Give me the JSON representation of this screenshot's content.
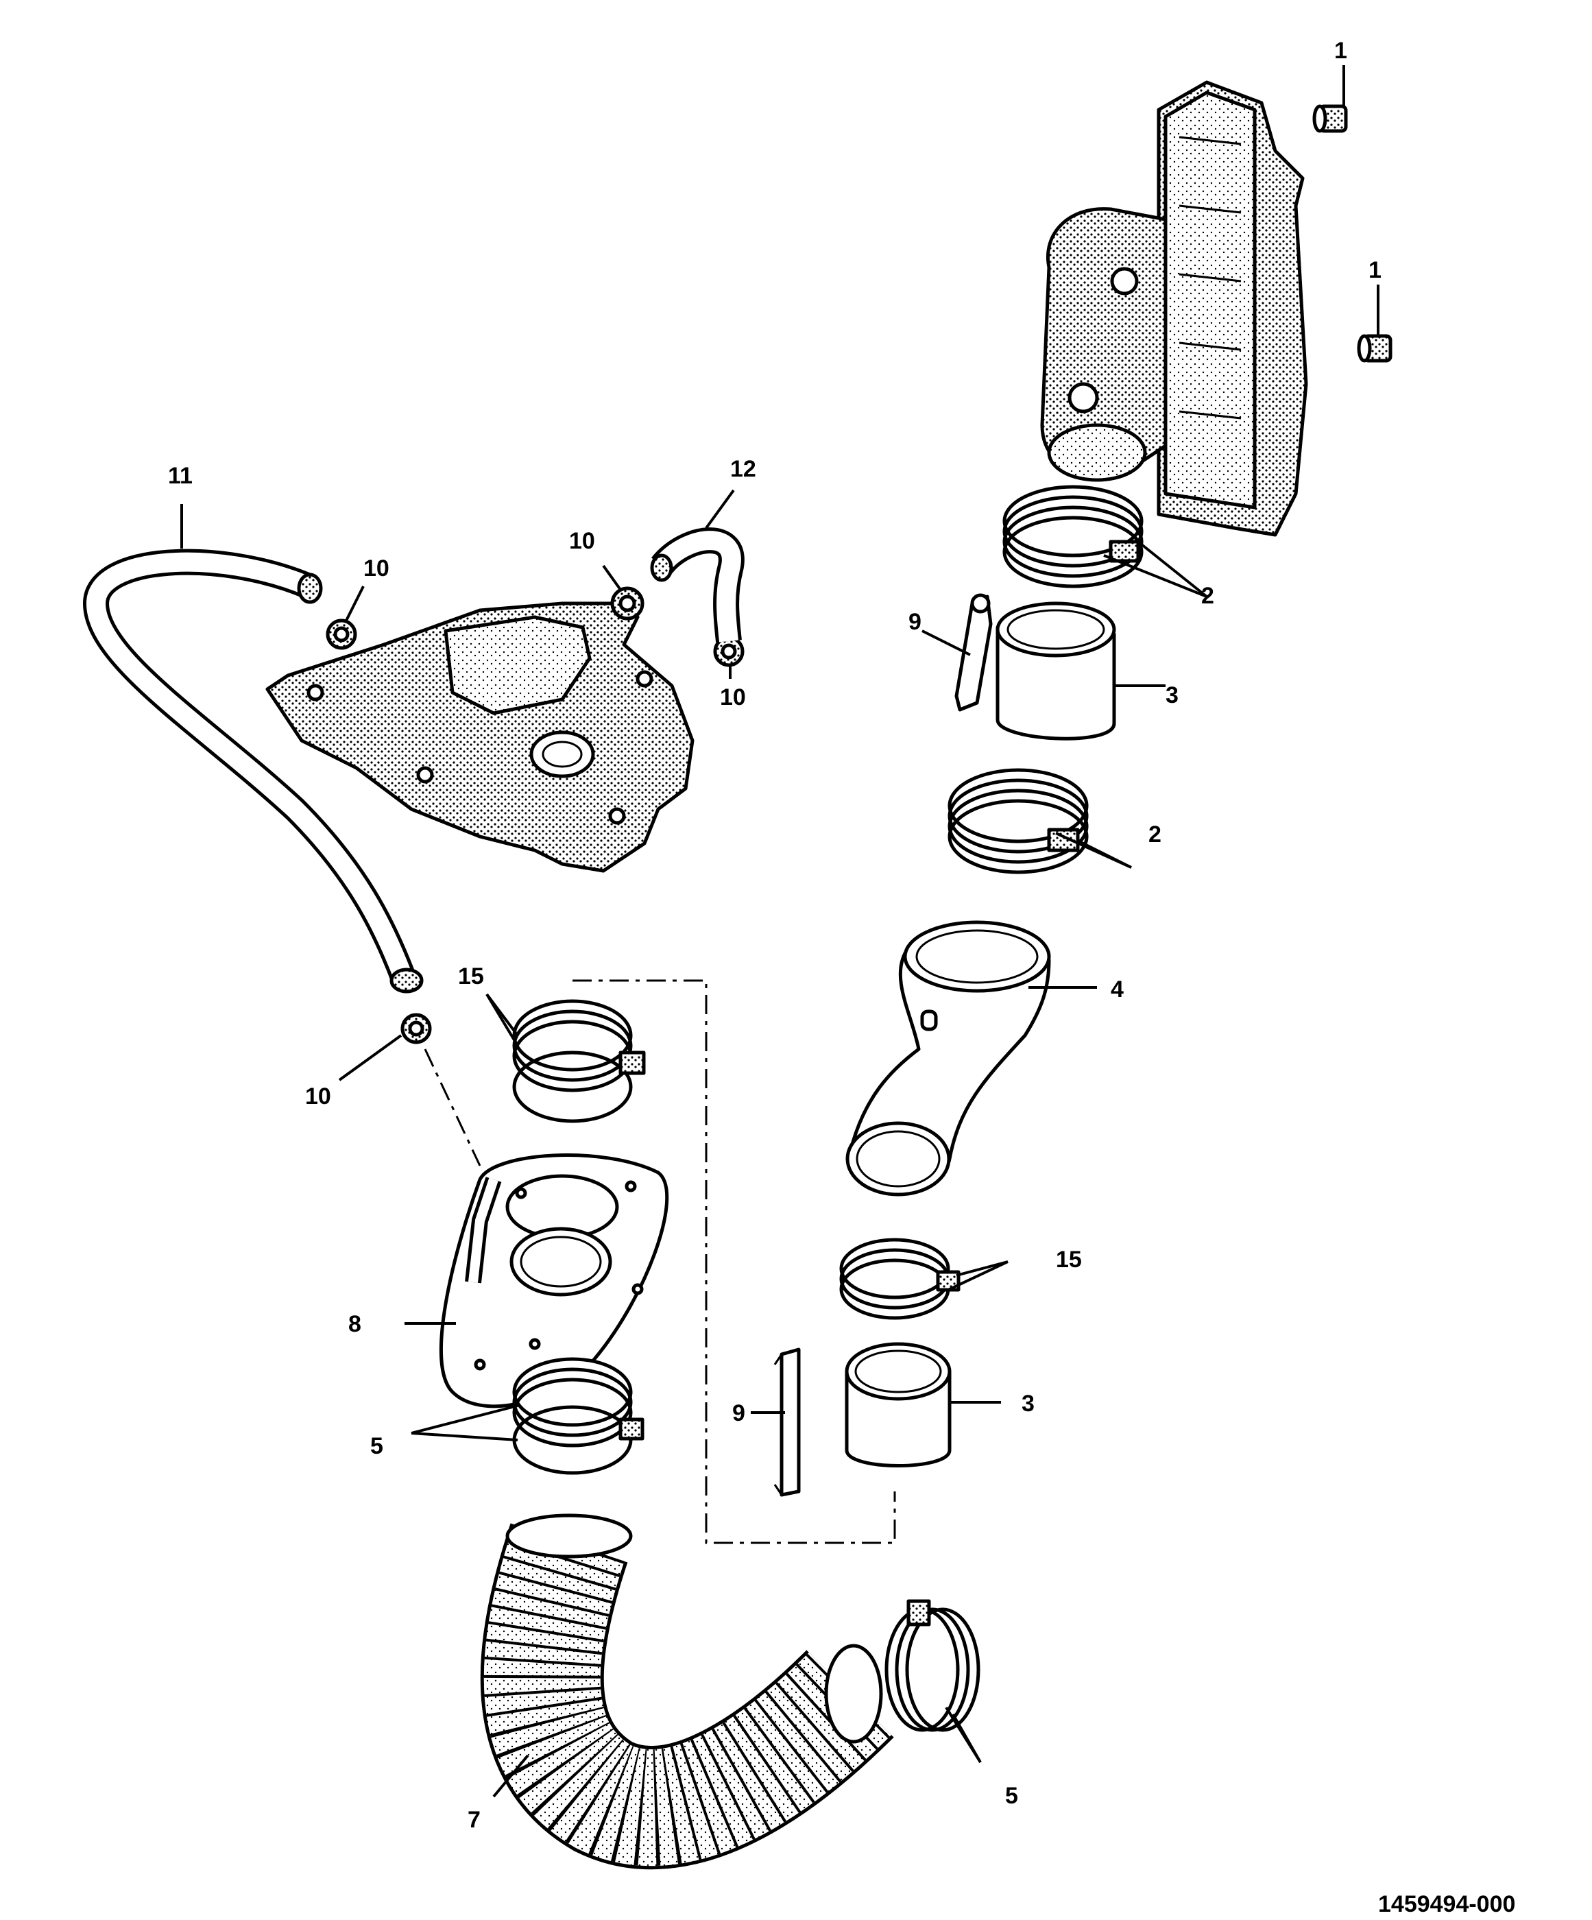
{
  "callouts": {
    "c1a": "1",
    "c1b": "1",
    "c2a": "2",
    "c2b": "2",
    "c3a": "3",
    "c3b": "3",
    "c4": "4",
    "c5a": "5",
    "c5b": "5",
    "c7": "7",
    "c8": "8",
    "c9a": "9",
    "c9b": "9",
    "c10a": "10",
    "c10b": "10",
    "c10c": "10",
    "c10d": "10",
    "c11": "11",
    "c12": "12",
    "c15a": "15",
    "c15b": "15"
  },
  "document_number": "1459494-000"
}
